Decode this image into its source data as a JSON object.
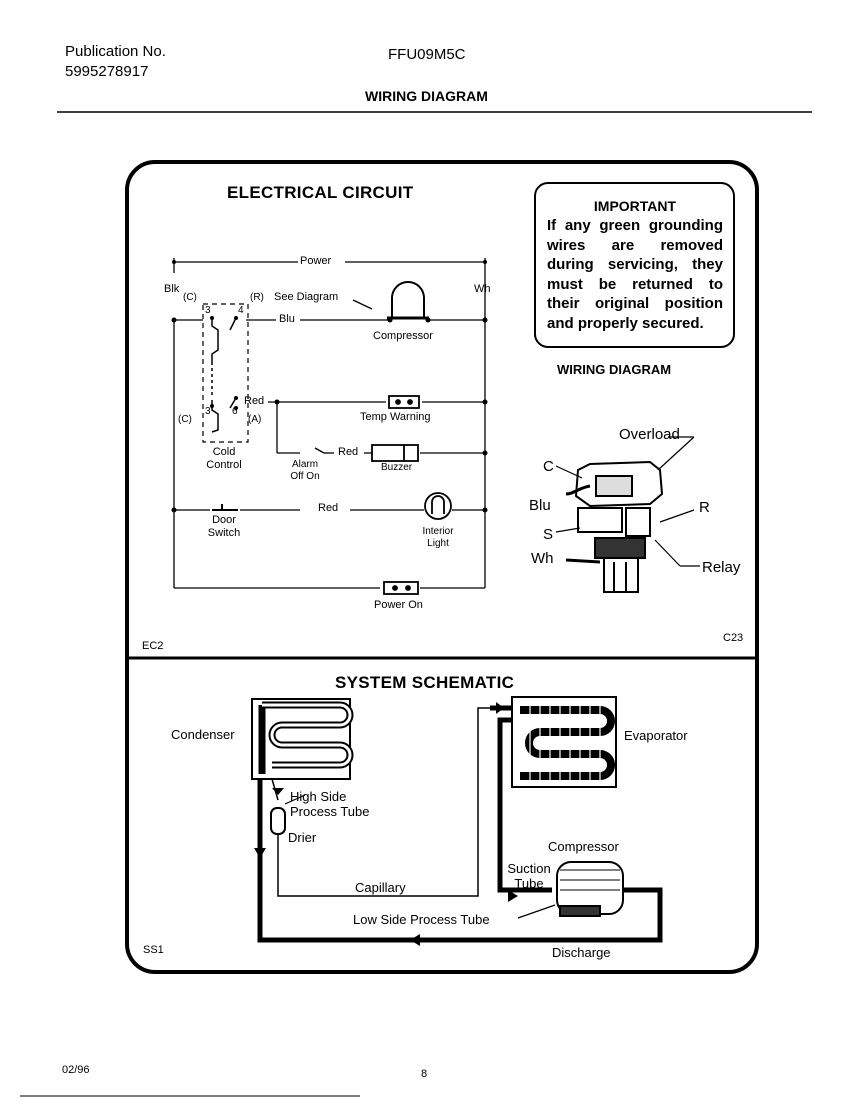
{
  "header": {
    "publication_label": "Publication No.",
    "publication_number": "5995278917",
    "model": "FFU09M5C",
    "page_title": "WIRING DIAGRAM"
  },
  "electrical": {
    "title": "ELECTRICAL CIRCUIT",
    "code_left": "EC2",
    "code_right": "C23",
    "labels": {
      "power": "Power",
      "blk": "Blk",
      "wh": "Wh",
      "c_top": "(C)",
      "r_top": "(R)",
      "see_diagram": "See Diagram",
      "blu": "Blu",
      "compressor": "Compressor",
      "term_3_top": "3",
      "term_4": "4",
      "red_1": "Red",
      "temp_warning": "Temp Warning",
      "c_bottom": "(C)",
      "term_3_bottom": "3",
      "term_6": "6",
      "a_label": "(A)",
      "cold_control": "Cold\nControl",
      "alarm_off_on": "Alarm\nOff On",
      "red_2": "Red",
      "buzzer": "Buzzer",
      "door_switch": "Door\nSwitch",
      "red_3": "Red",
      "interior_light": "Interior\nLight",
      "power_on": "Power On"
    }
  },
  "important": {
    "title": "IMPORTANT",
    "body": "If any green grounding wires are removed during servicing, they must be returned to their original position and properly secured."
  },
  "wiring_diagram": {
    "title": "WIRING DIAGRAM",
    "labels": {
      "overload": "Overload",
      "c": "C",
      "blu": "Blu",
      "r": "R",
      "s": "S",
      "wh": "Wh",
      "relay": "Relay"
    }
  },
  "schematic": {
    "title": "SYSTEM SCHEMATIC",
    "code": "SS1",
    "labels": {
      "condenser": "Condenser",
      "evaporator": "Evaporator",
      "high_side": "High Side\nProcess Tube",
      "drier": "Drier",
      "compressor": "Compressor",
      "suction_tube": "Suction\nTube",
      "capillary": "Capillary",
      "low_side": "Low Side Process Tube",
      "discharge": "Discharge"
    }
  },
  "footer": {
    "date": "02/96",
    "page": "8"
  }
}
